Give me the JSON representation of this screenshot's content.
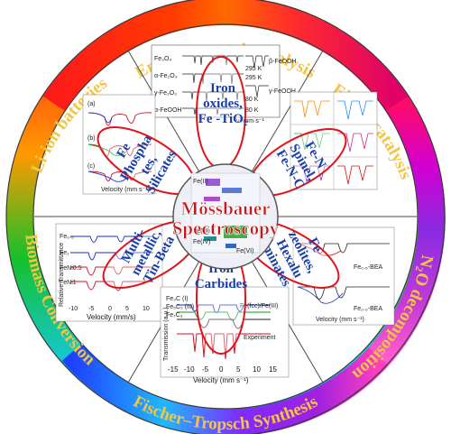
{
  "ring_labels": {
    "top": "Environmental Catalysis",
    "top_right": "Electrocatalysis",
    "right": "N₂O decomposition",
    "bottom": "Fischer–Tropsch Synthesis",
    "left": "Biomass Conversion",
    "top_left": "Li-ion batteries"
  },
  "center": {
    "title_line1": "Mössbauer",
    "title_line2": "Spectroscopy",
    "species": [
      "Fe(II)",
      "Fe(III)",
      "Fe(IV)",
      "Fe(VI)"
    ]
  },
  "petals": {
    "top": [
      "Iron",
      "oxides,",
      "Fe -TiO₂"
    ],
    "top_right": [
      "Fe-N",
      "Spinel,",
      "Fe-N-C"
    ],
    "right": [
      "Fe",
      "zeolites,",
      "Hexalu",
      "minates"
    ],
    "bottom": [
      "Iron",
      "Carbides"
    ],
    "left": [
      "Multi-",
      "metallic,",
      "Tin-Beta"
    ],
    "top_left": [
      "Fe",
      "Phospha",
      "tes,",
      "Silicates"
    ]
  },
  "panel_text": {
    "top_samples": [
      "Fe₃O₄",
      "α-Fe₂O₃",
      "γ-Fe₂O₃",
      "α-FeOOH"
    ],
    "top_phases": [
      "β-FeOOH",
      "γ-FeOOH"
    ],
    "top_temps": [
      "295 K",
      "295 K",
      "80 K",
      "80 K"
    ],
    "top_units": "v /mm·s⁻¹",
    "bottom_xlabel": "Velocity (mm s⁻¹)",
    "bottom_ylabel": "Transmission (a.u.)",
    "bottom_ticks": [
      "-15",
      "-10",
      "-5",
      "0",
      "5",
      "10",
      "15"
    ],
    "bottom_legend": [
      "Fe₃C (I)",
      "Fe₅C₂ (III)",
      "Fe₇C₃",
      "Fe(fcc)/Fe(III)"
    ],
    "bottom_note": "Experiment",
    "left_xlabel": "Velocity (mm/s)",
    "left_ylabel": "Relative Transmittance",
    "left_ticks": [
      "-10",
      "-5",
      "0",
      "5",
      "10"
    ],
    "left_samples": [
      "Fe₀.₅",
      "Fe₁",
      "FeNi0.5",
      "FeNi1"
    ],
    "right_xlabel": "Velocity (mm s⁻¹)",
    "right_samples": [
      "Fe₀.₅-BEA",
      "Fe₂.₀-BEA"
    ],
    "topleft_panels": [
      "(a)",
      "(b)",
      "(c)"
    ],
    "topleft_xlabel": "Velocity (mm s⁻¹)"
  },
  "colors": {
    "petal_outline": "#e0141c",
    "arc_text": "#f4c542",
    "petal_text": "#1a3fa8"
  }
}
